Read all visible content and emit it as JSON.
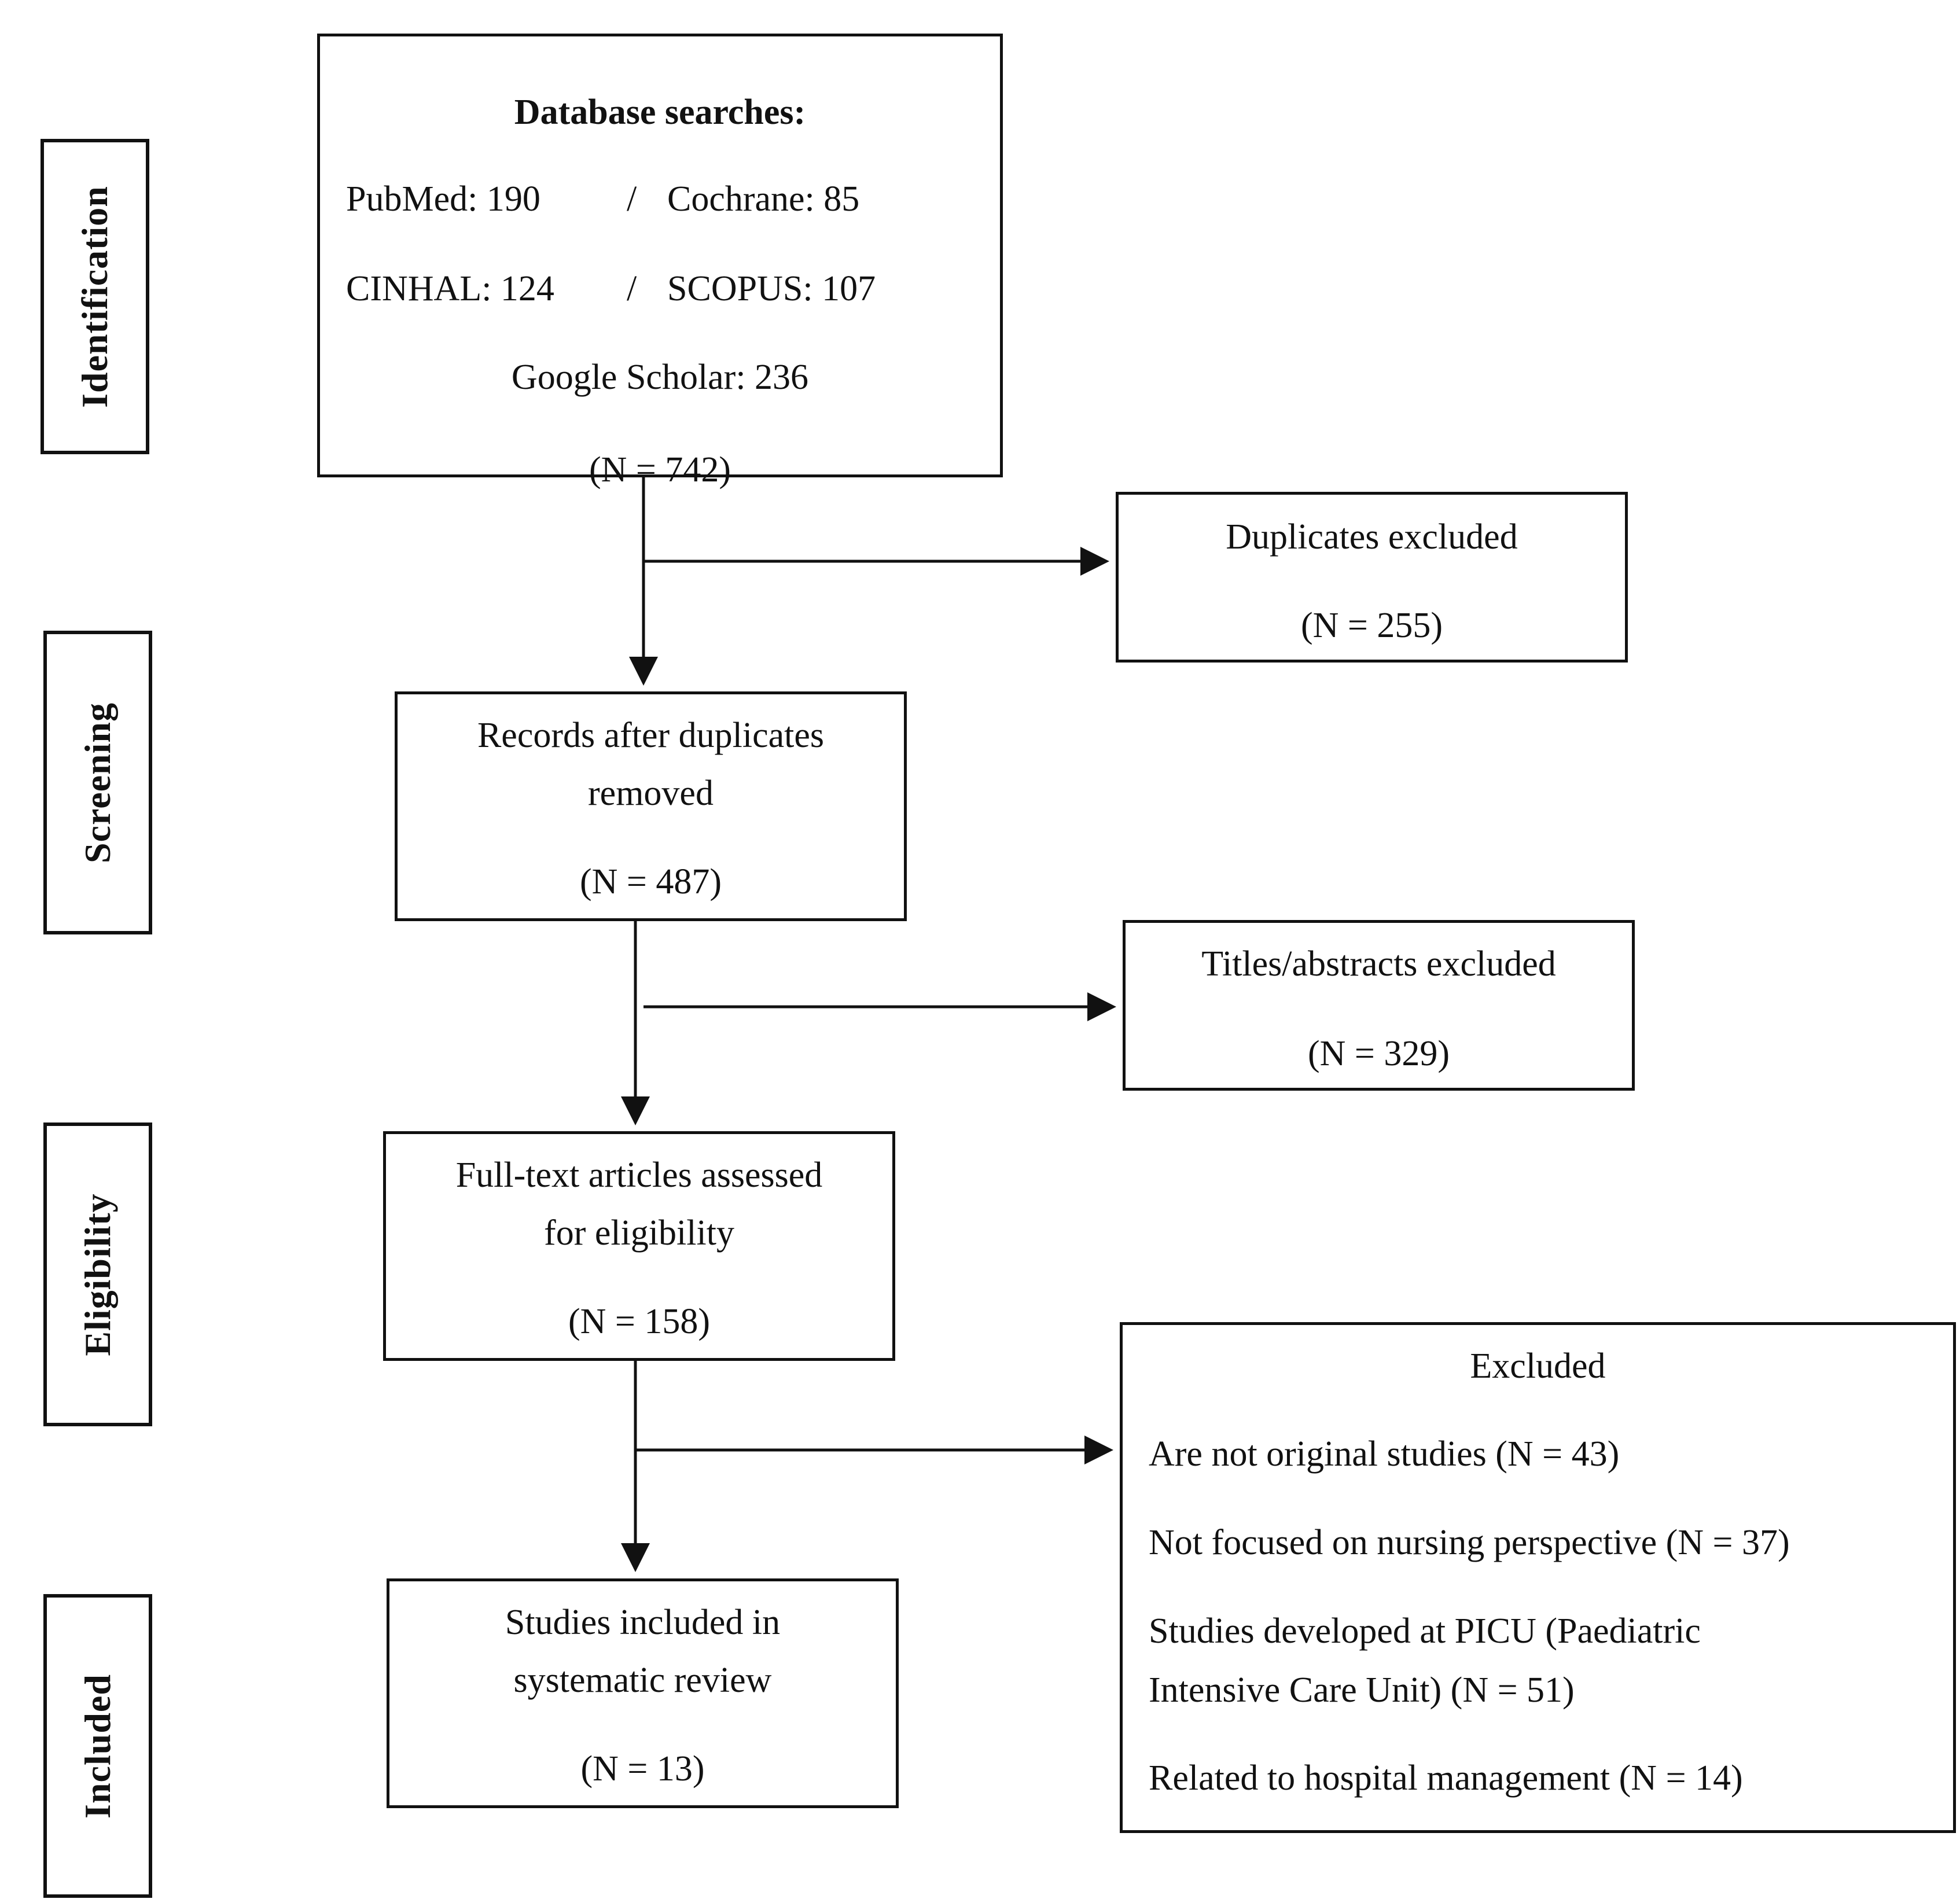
{
  "stages": {
    "identification": "Identification",
    "screening": "Screening",
    "eligibility": "Eligibility",
    "included": "Included"
  },
  "database": {
    "title": "Database searches:",
    "pubmed": "PubMed: 190",
    "cochrane": "Cochrane: 85",
    "cinhal": "CINHAL: 124",
    "scopus": "SCOPUS: 107",
    "separator": "/",
    "google": "Google Scholar: 236",
    "total": "(N = 742)"
  },
  "duplicates": {
    "label": "Duplicates excluded",
    "n": "(N = 255)"
  },
  "records": {
    "line1": "Records after duplicates",
    "line2": "removed",
    "n": "(N = 487)"
  },
  "titles": {
    "label": "Titles/abstracts excluded",
    "n": "(N = 329)"
  },
  "fulltext": {
    "line1": "Full-text articles assessed",
    "line2": "for eligibility",
    "n": "(N = 158)"
  },
  "excluded": {
    "title": "Excluded",
    "reason1": "Are not original studies (N = 43)",
    "reason2": "Not focused on nursing perspective (N = 37)",
    "reason3_line1": "Studies developed at PICU (Paediatric",
    "reason3_line2": "Intensive Care Unit) (N = 51)",
    "reason4": "Related to hospital management (N = 14)"
  },
  "included": {
    "line1": "Studies included in",
    "line2": "systematic review",
    "n": "(N = 13)"
  }
}
